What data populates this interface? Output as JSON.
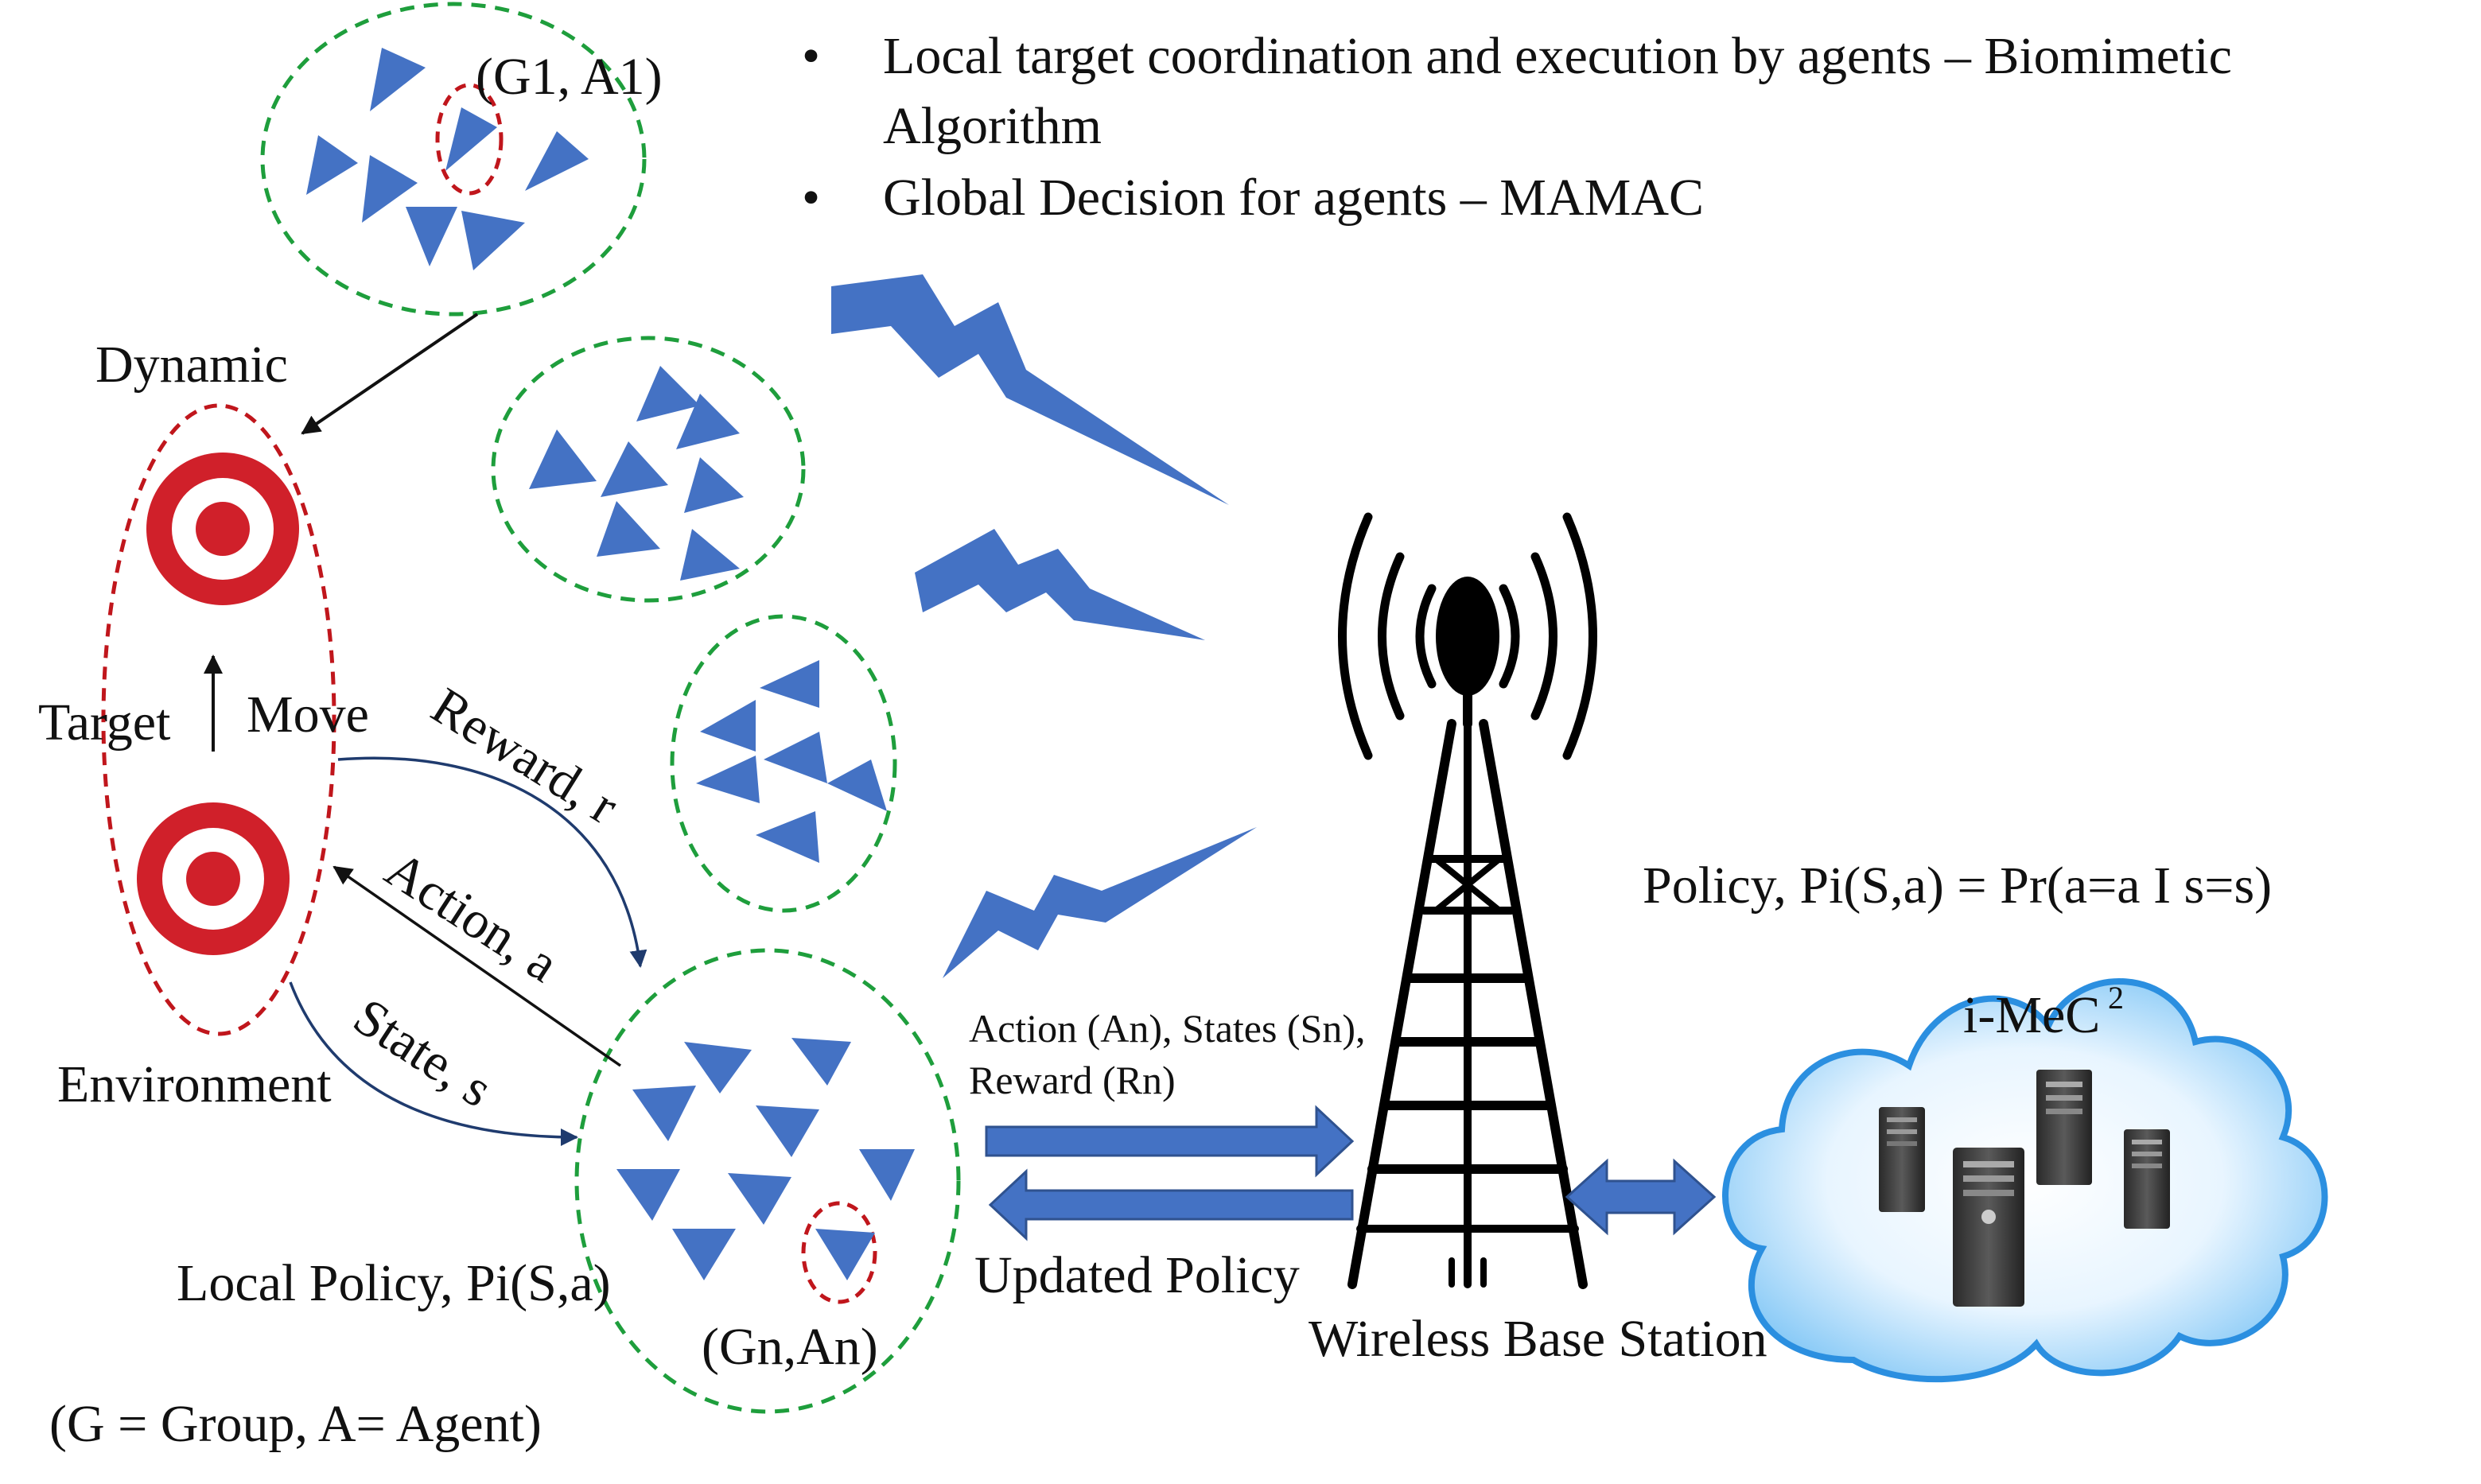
{
  "bullets": [
    {
      "line1": "Local target coordination and execution by agents  – Biomimetic",
      "line2": "Algorithm"
    },
    {
      "line1": "Global Decision for agents – MAMAC",
      "line2": ""
    }
  ],
  "bullet_symbol": "•",
  "labels": {
    "group1": "(G1, A1)",
    "groupn": "(Gn,An)",
    "dynamic": "Dynamic",
    "target": "Target",
    "move": "Move",
    "environment": "Environment",
    "reward": "Reward, r",
    "action": "Action, a",
    "state": "State, s",
    "local_policy": "Local Policy, Pi(S,a)",
    "legend": "(G = Group, A= Agent)",
    "uplink_line1": "Action (An), States (Sn),",
    "uplink_line2": "Reward (Rn)",
    "updated_policy": "Updated Policy",
    "base_station": "Wireless Base Station",
    "policy": "Policy, Pi(S,a) = Pr(a=a I s=s)",
    "cloud": "i-MeC",
    "cloud_sup": "2"
  },
  "colors": {
    "agent_blue": "#4472C4",
    "group_ring_green": "#1e9e3c",
    "env_ring_red": "#c0161c",
    "target_red": "#d0202a",
    "cloud_light": "#dff2ff",
    "cloud_edge": "#2b8fe0",
    "arrow_navy": "#1f3b6e"
  },
  "icons": [
    "target-icon",
    "tower-icon",
    "lightning-icon",
    "server-icon",
    "cloud-icon"
  ]
}
